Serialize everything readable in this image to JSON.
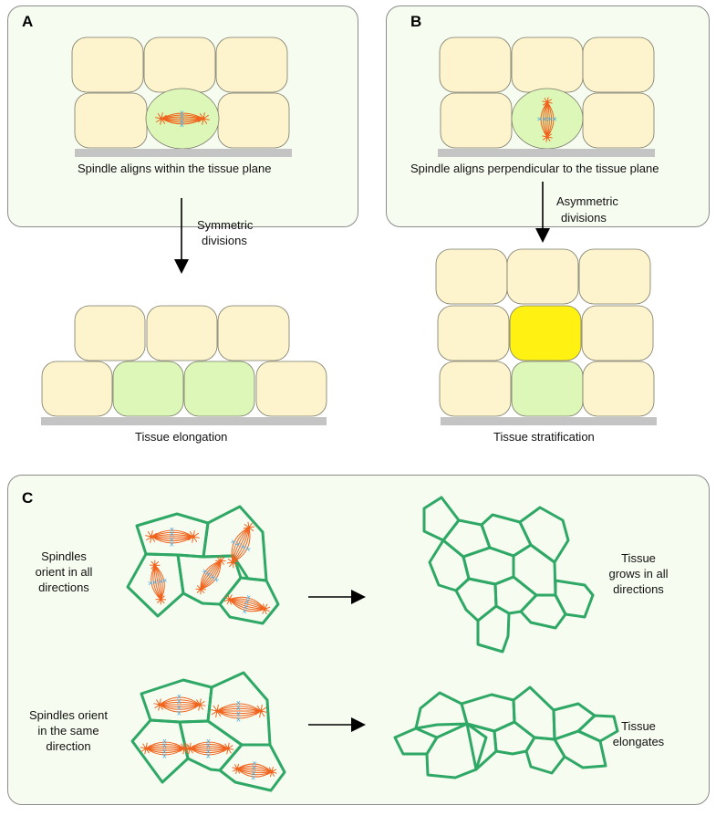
{
  "panels": {
    "a": {
      "letter": "A",
      "top_caption": "Spindle aligns within the tissue plane",
      "arrow_label_line1": "Symmetric",
      "arrow_label_line2": "divisions",
      "bottom_caption": "Tissue elongation"
    },
    "b": {
      "letter": "B",
      "top_caption": "Spindle aligns perpendicular to the tissue plane",
      "arrow_label_line1": "Asymmetric",
      "arrow_label_line2": "divisions",
      "bottom_caption": "Tissue stratification"
    },
    "c": {
      "letter": "C",
      "row1_left_line1": "Spindles",
      "row1_left_line2": "orient in all",
      "row1_left_line3": "directions",
      "row1_right_line1": "Tissue",
      "row1_right_line2": "grows in all",
      "row1_right_line3": "directions",
      "row2_left_line1": "Spindles orient",
      "row2_left_line2": "in the same",
      "row2_left_line3": "direction",
      "row2_right_line1": "Tissue",
      "row2_right_line2": "elongates"
    }
  },
  "colors": {
    "panel_bg": "#f6fcf0",
    "panel_border": "#8c8c8c",
    "cell_cream": "#fdf3cc",
    "cell_green": "#dcf7b8",
    "cell_yellow": "#fff212",
    "cell_border": "#7a7a6a",
    "basement": "#c4c4c4",
    "spindle": "#f0641e",
    "chromosome": "#4aa8e0",
    "polygon": "#2fa866"
  }
}
